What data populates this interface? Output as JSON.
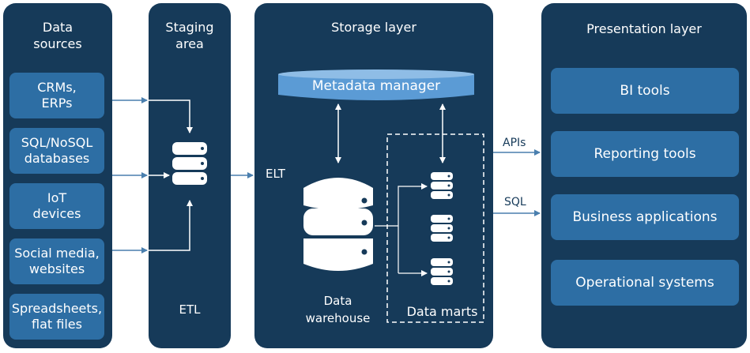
{
  "data_sources": {
    "title": "Data\nsources",
    "items": [
      "CRMs,\nERPs",
      "SQL/NoSQL\ndatabases",
      "IoT\ndevices",
      "Social media,\nwebsites",
      "Spreadsheets,\nflat files"
    ]
  },
  "staging": {
    "title": "Staging\narea",
    "process_label": "ETL"
  },
  "storage": {
    "title": "Storage layer",
    "metadata_manager": "Metadata manager",
    "warehouse_label": "Data\nwarehouse",
    "marts_label": "Data marts",
    "elt_label": "ELT"
  },
  "connections": {
    "apis_label": "APIs",
    "sql_label": "SQL"
  },
  "presentation": {
    "title": "Presentation layer",
    "items": [
      "BI tools",
      "Reporting tools",
      "Business applications",
      "Operational systems"
    ]
  },
  "colors": {
    "panel": "#163a59",
    "box": "#2d6ea4",
    "arrow": "#4a7fae",
    "metadata": "#5b9bd5"
  }
}
